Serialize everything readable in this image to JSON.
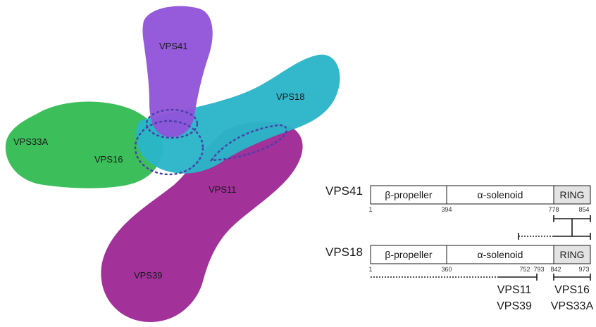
{
  "complex": {
    "blobs": [
      {
        "key": "vps39",
        "label": "VPS39",
        "color": "#a2319a"
      },
      {
        "key": "vps11",
        "label": "VPS11",
        "color": "#a2319a"
      },
      {
        "key": "vps33a",
        "label": "VPS33A",
        "color": "#3cbf5a"
      },
      {
        "key": "vps16",
        "label": "VPS16",
        "color": "#1fa9a3"
      },
      {
        "key": "vps18",
        "label": "VPS18",
        "color": "#2ab5c8"
      },
      {
        "key": "vps41",
        "label": "VPS41",
        "color": "#8f52d8"
      }
    ],
    "interface_color": "#4a3fa8"
  },
  "domain_maps": {
    "vps41": {
      "name": "VPS41",
      "domains": [
        {
          "label": "β-propeller",
          "fill": "#ffffff"
        },
        {
          "label": "α-solenoid",
          "fill": "#ffffff"
        },
        {
          "label": "RING",
          "fill": "#e3e3e3"
        }
      ],
      "ticks": [
        "1",
        "394",
        "778",
        "854"
      ]
    },
    "vps18": {
      "name": "VPS18",
      "domains": [
        {
          "label": "β-propeller",
          "fill": "#ffffff"
        },
        {
          "label": "α-solenoid",
          "fill": "#ffffff"
        },
        {
          "label": "RING",
          "fill": "#e3e3e3"
        }
      ],
      "ticks": [
        "1",
        "360",
        "752",
        "793",
        "842",
        "973"
      ]
    },
    "binding": {
      "vps11_label": "VPS11",
      "vps39_label": "VPS39",
      "vps16_label": "VPS16",
      "vps33a_label": "VPS33A"
    }
  }
}
